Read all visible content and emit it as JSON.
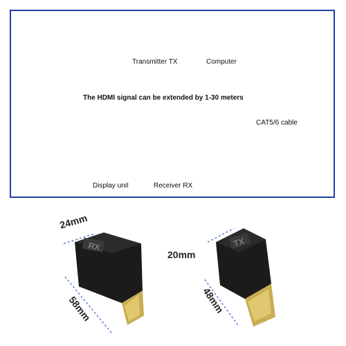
{
  "diagram": {
    "labels": {
      "transmitter": "Transmitter TX",
      "computer": "Computer",
      "extension_note": "The HDMI signal can be extended by 1-30 meters",
      "cable": "CAT5/6 cable",
      "display": "Display unit",
      "receiver": "Receiver RX"
    }
  },
  "dimensions": {
    "rx_width": "24mm",
    "rx_length": "58mm",
    "tx_height": "20mm",
    "tx_length": "48mm",
    "rx_marking": "RX",
    "tx_marking": "TX"
  },
  "colors": {
    "frame_border": "#1f3fa8",
    "cable": "#3d8fe0",
    "connector_body": "#1b1b1b",
    "dimension_line": "#5a7fd0"
  }
}
